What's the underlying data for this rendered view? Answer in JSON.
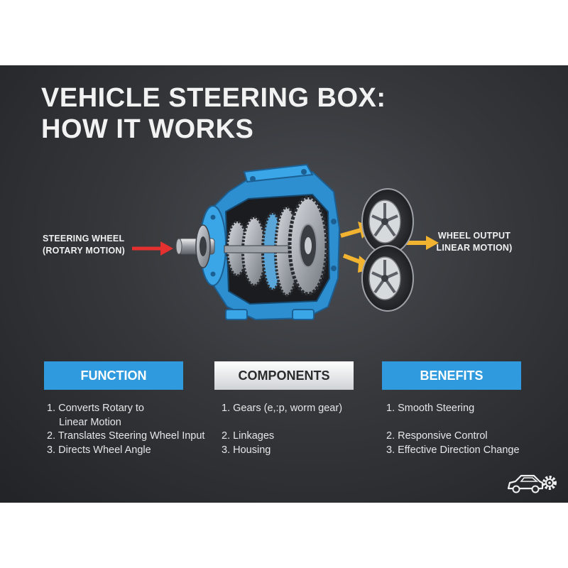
{
  "title_line1": "VEHICLE STEERING BOX:",
  "title_line2": "HOW IT WORKS",
  "input_label": {
    "line1": "STEERING WHEEL",
    "line2": "(ROTARY MOTION)"
  },
  "output_label": {
    "line1": "WHEEL OUTPUT",
    "line2": "LINEAR MOTION)"
  },
  "columns": [
    {
      "header": "FUNCTION",
      "items": [
        "1. Converts Rotary to",
        "Linear Motion",
        "2. Translates Steering Wheel Input",
        "3. Directs Wheel Angle"
      ]
    },
    {
      "header": "COMPONENTS",
      "items": [
        "1. Gears (e,:p, worm gear)",
        "2. Linkages",
        "3. Housing"
      ]
    },
    {
      "header": "BENEFITS",
      "items": [
        "1. Smooth Steering",
        "2. Responsive Control",
        "3. Effective Direction Change"
      ]
    }
  ],
  "colors": {
    "accent_blue": "#2f9bde",
    "input_arrow": "#e53030",
    "output_arrow": "#f2b430",
    "background": "#35373b"
  },
  "icons": [
    "car-gear-icon"
  ]
}
